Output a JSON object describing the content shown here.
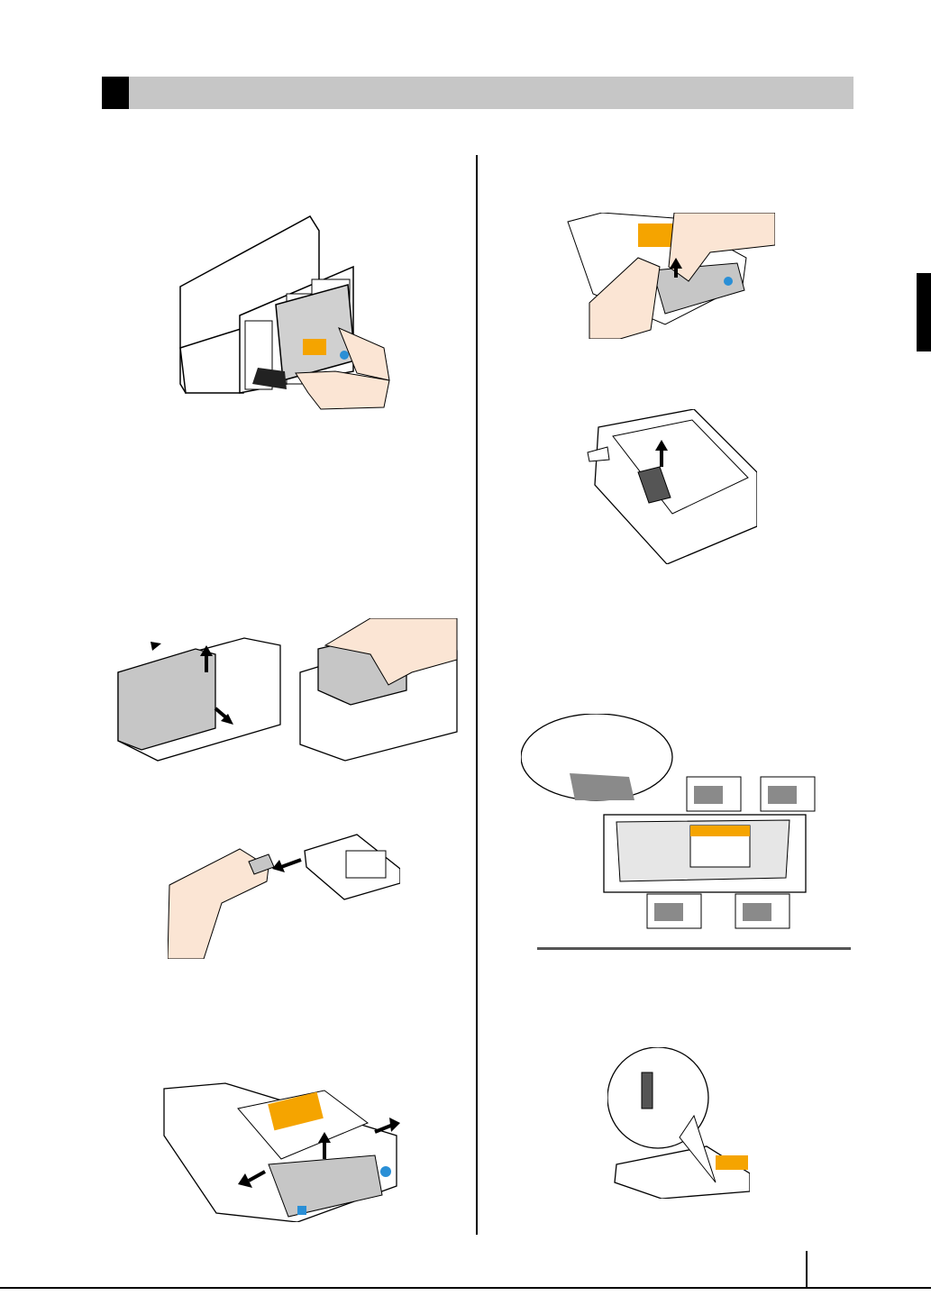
{
  "page": {
    "section_header": {
      "text": ""
    },
    "figures": [
      {
        "id": "fig-remove-cartridge",
        "icon": "hand-pulling-cartridge-illustration"
      },
      {
        "id": "fig-open-cover",
        "icon": "cover-lift-arrows-illustration"
      },
      {
        "id": "fig-remove-cover-part",
        "icon": "hand-holding-clip-illustration"
      },
      {
        "id": "fig-lift-cover",
        "icon": "ink-pack-lift-illustration"
      },
      {
        "id": "fig-grip-pack",
        "icon": "hands-on-pack-illustration"
      },
      {
        "id": "fig-remove-pack",
        "icon": "empty-tray-illustration"
      },
      {
        "id": "fig-insert-pack",
        "icon": "pack-tabs-slide-illustration"
      },
      {
        "id": "fig-check-clip",
        "icon": "magnified-clip-illustration"
      }
    ],
    "colors": {
      "header_gray": "#c6c6c6",
      "accent_orange": "#f5a400",
      "accent_blue": "#2a8fd6",
      "skin": "#fbe5d4"
    }
  }
}
